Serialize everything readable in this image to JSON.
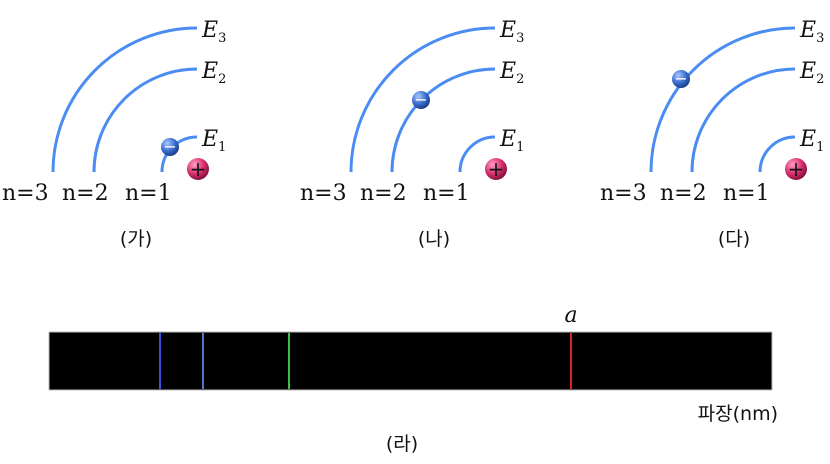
{
  "panels": [
    {
      "caption": "(가)",
      "electron_level": 1,
      "levels": [
        "n=3",
        "n=2",
        "n=1"
      ],
      "energies": [
        {
          "E": "E",
          "sub": "3"
        },
        {
          "E": "E",
          "sub": "2"
        },
        {
          "E": "E",
          "sub": "1"
        }
      ]
    },
    {
      "caption": "(나)",
      "electron_level": 2,
      "levels": [
        "n=3",
        "n=2",
        "n=1"
      ],
      "energies": [
        {
          "E": "E",
          "sub": "3"
        },
        {
          "E": "E",
          "sub": "2"
        },
        {
          "E": "E",
          "sub": "1"
        }
      ]
    },
    {
      "caption": "(다)",
      "electron_level": 3,
      "levels": [
        "n=3",
        "n=2",
        "n=1"
      ],
      "energies": [
        {
          "E": "E",
          "sub": "3"
        },
        {
          "E": "E",
          "sub": "2"
        },
        {
          "E": "E",
          "sub": "1"
        }
      ]
    }
  ],
  "electron_sign": "−",
  "proton_sign": "+",
  "spectrum": {
    "caption": "(라)",
    "axis_label": "파장(nm)",
    "marked_line_label": "a",
    "lines": [
      {
        "color": "#3a4ee0",
        "name": "violet"
      },
      {
        "color": "#5575c8",
        "name": "blue"
      },
      {
        "color": "#3cc040",
        "name": "green"
      },
      {
        "color": "#e02020",
        "name": "red",
        "label": "a"
      }
    ]
  },
  "colors": {
    "orbit": "#4a8cf2",
    "background": "#000000"
  }
}
